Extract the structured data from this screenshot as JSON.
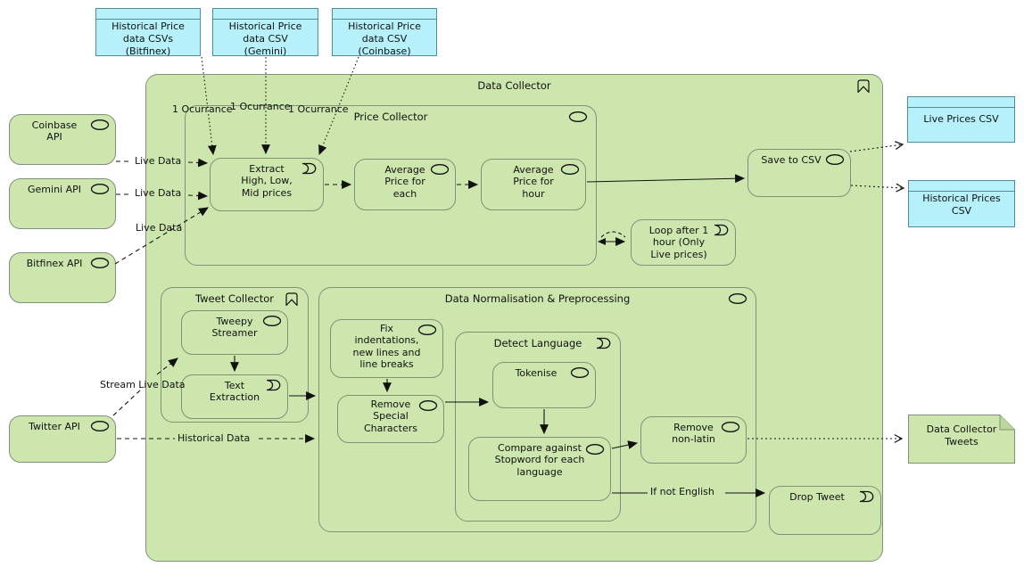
{
  "diagram_type": "archimate-data-flow",
  "colors": {
    "node_fill": "#cde6ae",
    "node_border": "#80917a",
    "artifact_fill": "#b6f1fb",
    "artifact_border": "#4f8d99",
    "edge": "#111111"
  },
  "icons": {
    "service": "application-service-oval-icon",
    "event": "event-concave-icon",
    "grouping": "grouping-bookmark-icon"
  },
  "containers": {
    "data_collector": {
      "title": "Data Collector"
    },
    "price_collector": {
      "title": "Price Collector"
    },
    "tweet_collector": {
      "title": "Tweet Collector"
    },
    "data_norm": {
      "title": "Data Normalisation & Preprocessing"
    },
    "detect_language": {
      "title": "Detect Language"
    }
  },
  "nodes": {
    "coinbase_api": {
      "label": "Coinbase\nAPI"
    },
    "gemini_api": {
      "label": "Gemini API"
    },
    "bitfinex_api": {
      "label": "Bitfinex API"
    },
    "twitter_api": {
      "label": "Twitter API"
    },
    "extract": {
      "label": "Extract\nHigh, Low,\nMid prices"
    },
    "avg_each": {
      "label": "Average\nPrice for\neach"
    },
    "avg_hour": {
      "label": "Average\nPrice for\nhour"
    },
    "save_csv": {
      "label": "Save to CSV"
    },
    "loop": {
      "label": "Loop after 1\nhour (Only\nLive prices)"
    },
    "tweepy": {
      "label": "Tweepy\nStreamer"
    },
    "text_extraction": {
      "label": "Text\nExtraction"
    },
    "fix_indent": {
      "label": "Fix\nindentations,\nnew lines and\nline breaks"
    },
    "remove_special": {
      "label": "Remove\nSpecial\nCharacters"
    },
    "tokenise": {
      "label": "Tokenise"
    },
    "compare_stopword": {
      "label": "Compare against\nStopword for each\nlanguage"
    },
    "remove_nonlatin": {
      "label": "Remove\nnon-latin"
    },
    "drop_tweet": {
      "label": "Drop Tweet"
    }
  },
  "artifacts": {
    "hist_bitfinex": {
      "label": "Historical Price\ndata CSVs\n(Bitfinex)"
    },
    "hist_gemini": {
      "label": "Historical Price\ndata CSV\n(Gemini)"
    },
    "hist_coinbase": {
      "label": "Historical Price\ndata CSV\n(Coinbase)"
    },
    "live_prices": {
      "label": "Live Prices CSV"
    },
    "hist_prices": {
      "label": "Historical Prices\nCSV"
    }
  },
  "notes": {
    "tweets": {
      "label": "Data Collector\nTweets"
    }
  },
  "edge_labels": {
    "occurrence": "1 Ocurrance",
    "live_data": "Live Data",
    "stream_live_data": "Stream Live Data",
    "historical_data": "Historical Data",
    "if_not_english": "If not English"
  }
}
